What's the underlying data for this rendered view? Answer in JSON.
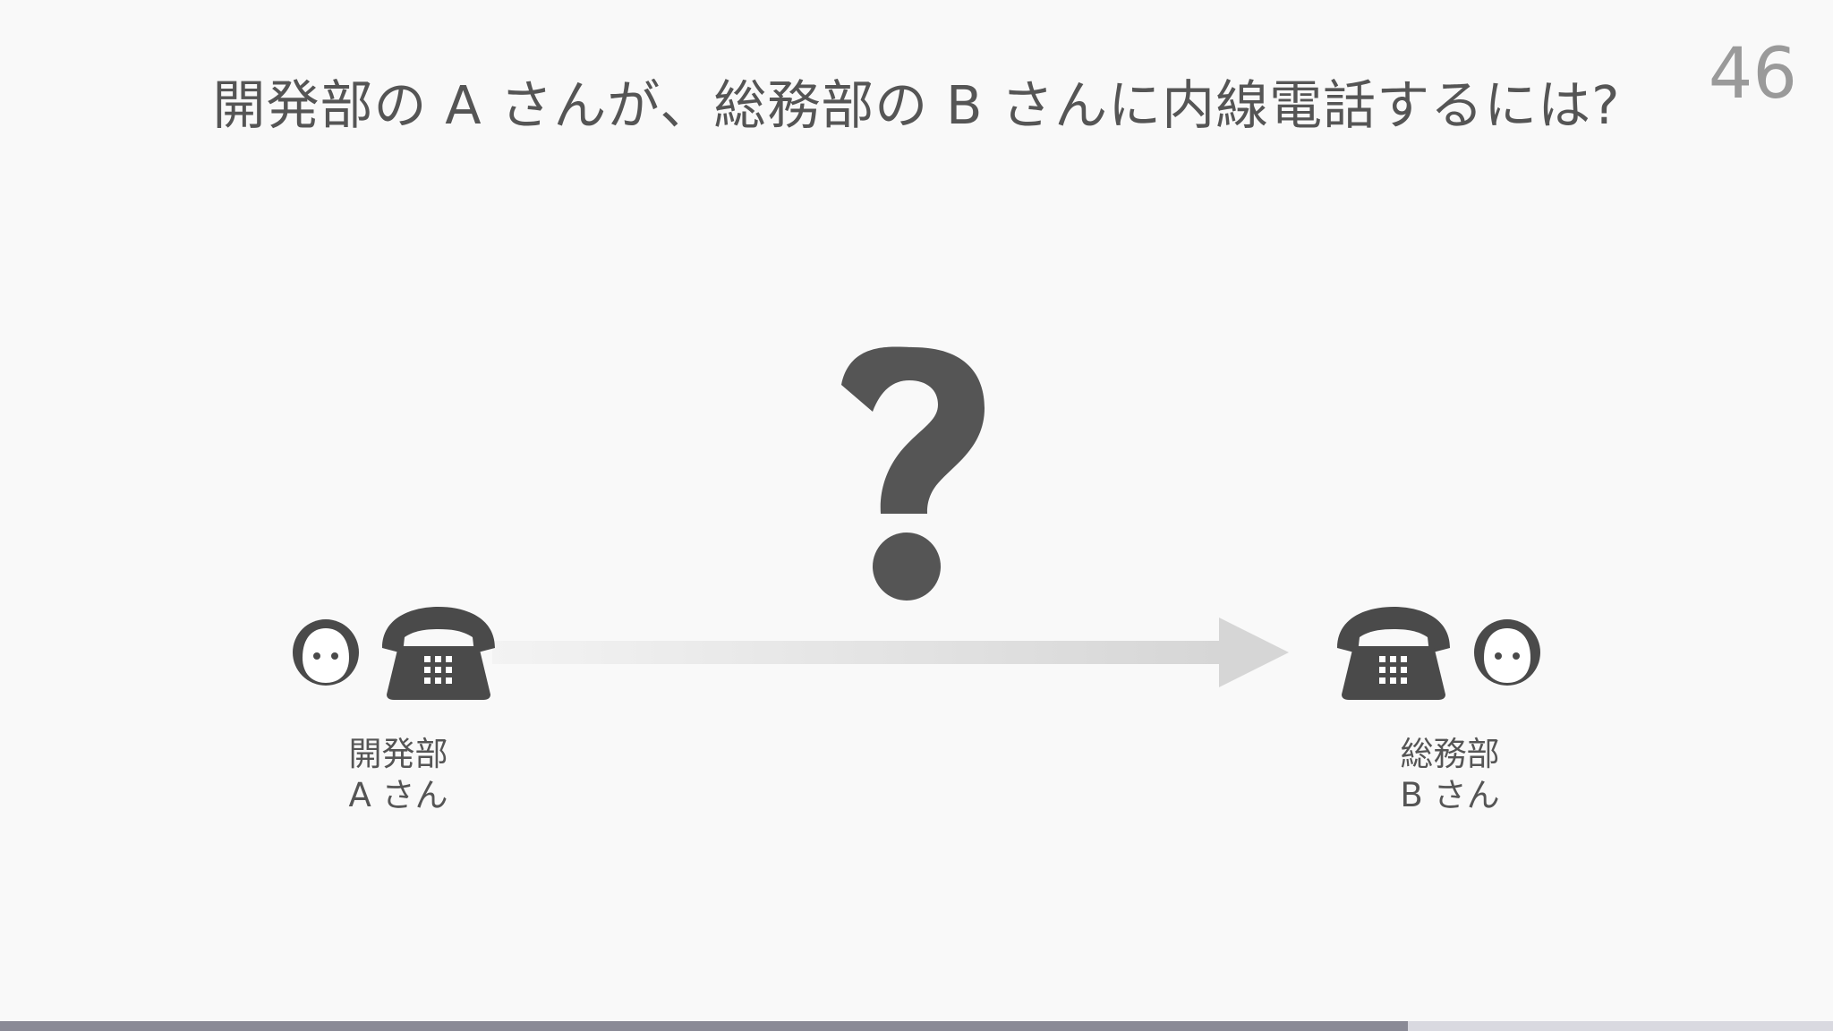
{
  "slide": {
    "title": "開発部の A さんが、総務部の B さんに内線電話するには?",
    "page_number": "46"
  },
  "caller": {
    "department": "開発部",
    "name": "A さん"
  },
  "callee": {
    "department": "総務部",
    "name": "B さん"
  },
  "question_mark": "?",
  "progress": {
    "fraction": 0.768
  },
  "icons": [
    "person-face-icon",
    "telephone-icon",
    "arrow-right-icon",
    "question-mark-icon"
  ],
  "colors": {
    "background": "#f9f9f9",
    "text": "#555555",
    "icon": "#4a4a4a",
    "page_number": "#9a9a9a",
    "progress_fill": "#8a8a96",
    "progress_track": "#d9d9e0"
  }
}
